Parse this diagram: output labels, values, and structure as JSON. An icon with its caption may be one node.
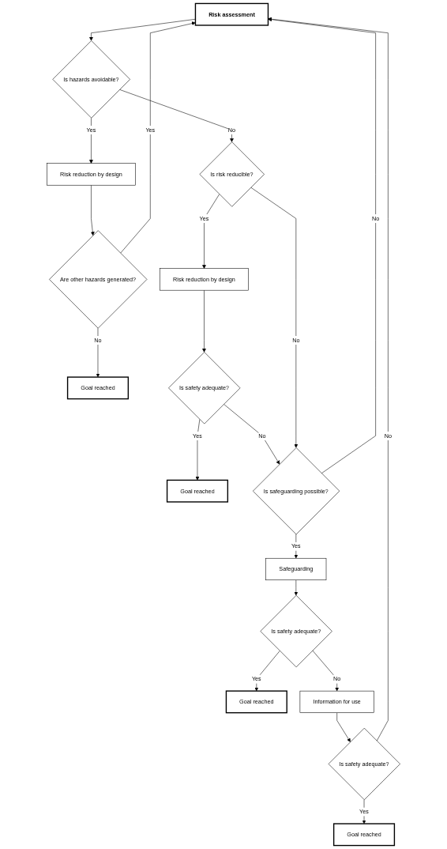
{
  "diagram": {
    "nodes": [
      {
        "text": [
          "Risk assessment"
        ]
      },
      {
        "text": [
          "Are other hazards generated?"
        ]
      },
      {
        "text": [
          "Goal reached"
        ]
      },
      {
        "text": [
          "Is hazards avoidable?"
        ]
      },
      {
        "text": [
          "Risk reduction by design"
        ]
      },
      {
        "text": [
          "Is risk reducible?"
        ]
      },
      {
        "text": [
          "Risk reduction by design"
        ]
      },
      {
        "text": [
          "Is safety adequate?"
        ]
      },
      {
        "text": [
          "Goal reached"
        ]
      },
      {
        "text": [
          "Is safeguarding possible?"
        ]
      },
      {
        "text": [
          "Safeguarding"
        ]
      },
      {
        "text": [
          "Is safety adequate?"
        ]
      },
      {
        "text": [
          "Goal reached"
        ]
      },
      {
        "text": [
          "Information for use"
        ]
      },
      {
        "text": [
          "Is safety adequate?"
        ]
      },
      {
        "text": [
          "Goal reached"
        ]
      }
    ],
    "edges": [
      {
        "from": 1,
        "to": 0,
        "label": "Yes",
        "arrow": "to"
      },
      {
        "from": 1,
        "to": 2,
        "label": "No",
        "arrow": "to"
      },
      {
        "from": 0,
        "to": 3,
        "arrow": "to"
      },
      {
        "from": 3,
        "to": 4,
        "label": "Yes",
        "arrow": "to"
      },
      {
        "from": 4,
        "to": 1,
        "arrow": "to"
      },
      {
        "from": 3,
        "to": 5,
        "label": "No",
        "arrow": "to"
      },
      {
        "from": 5,
        "to": 6,
        "label": "Yes",
        "arrow": "to"
      },
      {
        "from": 6,
        "to": 7,
        "arrow": "to"
      },
      {
        "from": 7,
        "to": 9,
        "label": "No",
        "arrow": "to"
      },
      {
        "from": 7,
        "to": 8,
        "label": "Yes",
        "arrow": "to"
      },
      {
        "from": 5,
        "to": 9,
        "label": "No",
        "arrow": "to"
      },
      {
        "from": 9,
        "to": 0,
        "label": "No",
        "arrow": "to"
      },
      {
        "from": 9,
        "to": 10,
        "label": "Yes",
        "arrow": "to"
      },
      {
        "from": 10,
        "to": 11,
        "arrow": "to"
      },
      {
        "from": 11,
        "to": 12,
        "label": "Yes",
        "arrow": "to"
      },
      {
        "from": 11,
        "to": 13,
        "label": "No",
        "arrow": "to"
      },
      {
        "from": 13,
        "to": 14,
        "arrow": "to"
      },
      {
        "from": 14,
        "to": 15,
        "label": "Yes",
        "arrow": "to"
      },
      {
        "from": 14,
        "to": 0,
        "label": "No",
        "arrow": "to"
      }
    ]
  }
}
